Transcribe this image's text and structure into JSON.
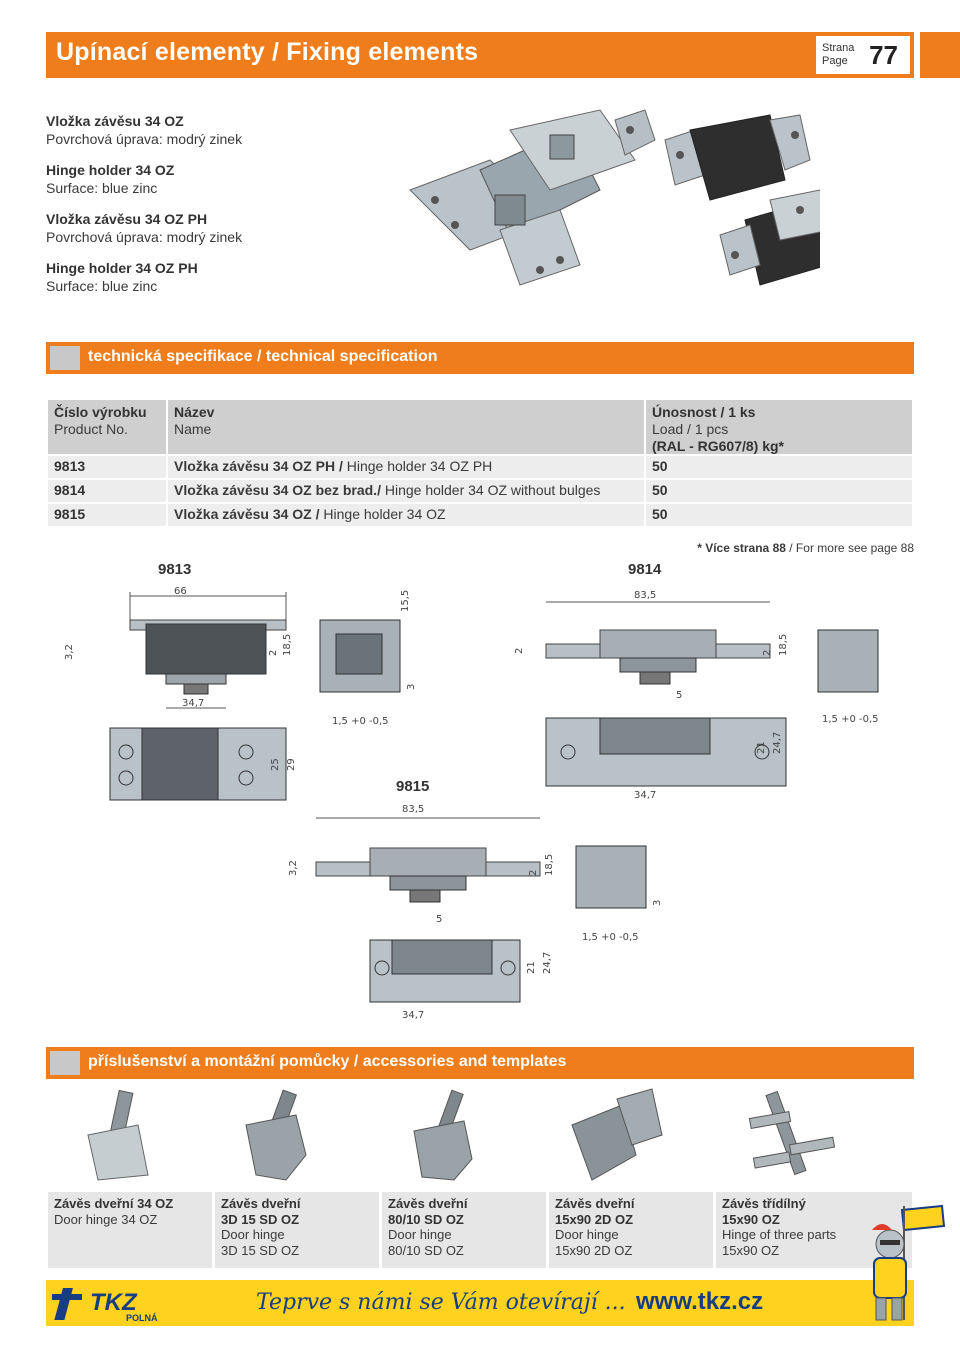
{
  "header": {
    "title": "Upínací elementy / Fixing elements",
    "page_label_cz": "Strana",
    "page_label_en": "Page",
    "page_number": "77"
  },
  "intro": [
    {
      "name": "Vložka závěsu 34 OZ",
      "surface": "Povrchová úprava: modrý zinek"
    },
    {
      "name": "Hinge holder 34 OZ",
      "surface": "Surface: blue zinc"
    },
    {
      "name": "Vložka závěsu 34 OZ PH",
      "surface": "Povrchová úprava: modrý zinek"
    },
    {
      "name": "Hinge holder 34 OZ PH",
      "surface": "Surface: blue zinc"
    }
  ],
  "spec_section": {
    "title": "technická specifikace / technical specification"
  },
  "spec_table": {
    "headers": {
      "product_cz": "Číslo výrobku",
      "product_en": "Product No.",
      "name_cz": "Název",
      "name_en": "Name",
      "load_cz": "Únosnost / 1 ks",
      "load_en": "Load / 1 pcs",
      "load_unit": "(RAL - RG607/8) kg*"
    },
    "rows": [
      {
        "no": "9813",
        "name_cz": "Vložka závěsu 34 OZ PH /",
        "name_en": "Hinge holder 34 OZ PH",
        "load": "50"
      },
      {
        "no": "9814",
        "name_cz": "Vložka závěsu 34 OZ bez brad./",
        "name_en": "Hinge holder 34 OZ without bulges",
        "load": "50"
      },
      {
        "no": "9815",
        "name_cz": "Vložka závěsu 34 OZ /",
        "name_en": "Hinge holder 34 OZ",
        "load": "50"
      }
    ]
  },
  "footnote": {
    "cz": "* Více strana 88",
    "en": "/ For more see page 88"
  },
  "drawings": {
    "label_9813": "9813",
    "label_9814": "9814",
    "label_9815": "9815",
    "dims": {
      "d66": "66",
      "d15_5": "15,5",
      "d3_2": "3,2",
      "d2": "2",
      "d18_5": "18,5",
      "d3": "3",
      "d34_7": "34,7",
      "d1_5": "1,5 +0 -0,5",
      "d25": "25",
      "d29": "29",
      "d83_5": "83,5",
      "d5": "5",
      "d21": "21",
      "d24_7": "24,7"
    }
  },
  "accessories_section": {
    "title": "příslušenství a montážní pomůcky / accessories and templates"
  },
  "accessories": [
    {
      "name": "Závěs dveřní 34 OZ",
      "lines": [
        "Door hinge 34 OZ"
      ]
    },
    {
      "name": "Závěs dveřní",
      "code": "3D 15 SD OZ",
      "lines": [
        "Door hinge",
        "3D 15 SD OZ"
      ]
    },
    {
      "name": "Závěs dveřní",
      "code": "80/10 SD OZ",
      "lines": [
        "Door hinge",
        "80/10 SD OZ"
      ]
    },
    {
      "name": "Závěs dveřní",
      "code": "15x90 2D OZ",
      "lines": [
        "Door hinge",
        "15x90 2D OZ"
      ]
    },
    {
      "name": "Závěs třídílný",
      "code": "15x90 OZ",
      "lines": [
        "Hinge of three parts",
        "15x90 OZ"
      ]
    }
  ],
  "footer": {
    "logo_text": "TKZ",
    "logo_sub": "POLNÁ",
    "slogan": "Teprve s námi se Vám otevírají ...",
    "website": "www.tkz.cz"
  },
  "colors": {
    "accent": "#f07d1c",
    "footer": "#ffd21f",
    "brand_blue": "#173d82",
    "table_head": "#cfcfcf",
    "table_row": "#ededed"
  }
}
